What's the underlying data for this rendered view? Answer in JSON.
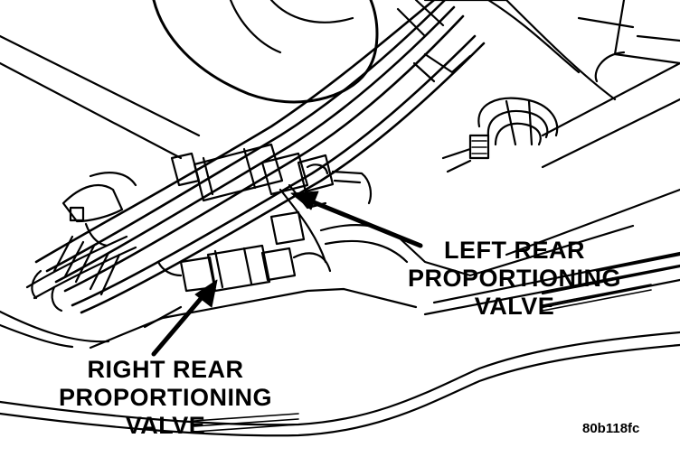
{
  "labels": {
    "left_valve": {
      "line1": "LEFT REAR",
      "line2": "PROPORTIONING",
      "line3": "VALVE"
    },
    "right_valve": {
      "line1": "RIGHT REAR",
      "line2": "PROPORTIONING",
      "line3": "VALVE"
    }
  },
  "figure_code": "80b118fc",
  "colors": {
    "ink": "#000000",
    "paper": "#ffffff"
  }
}
